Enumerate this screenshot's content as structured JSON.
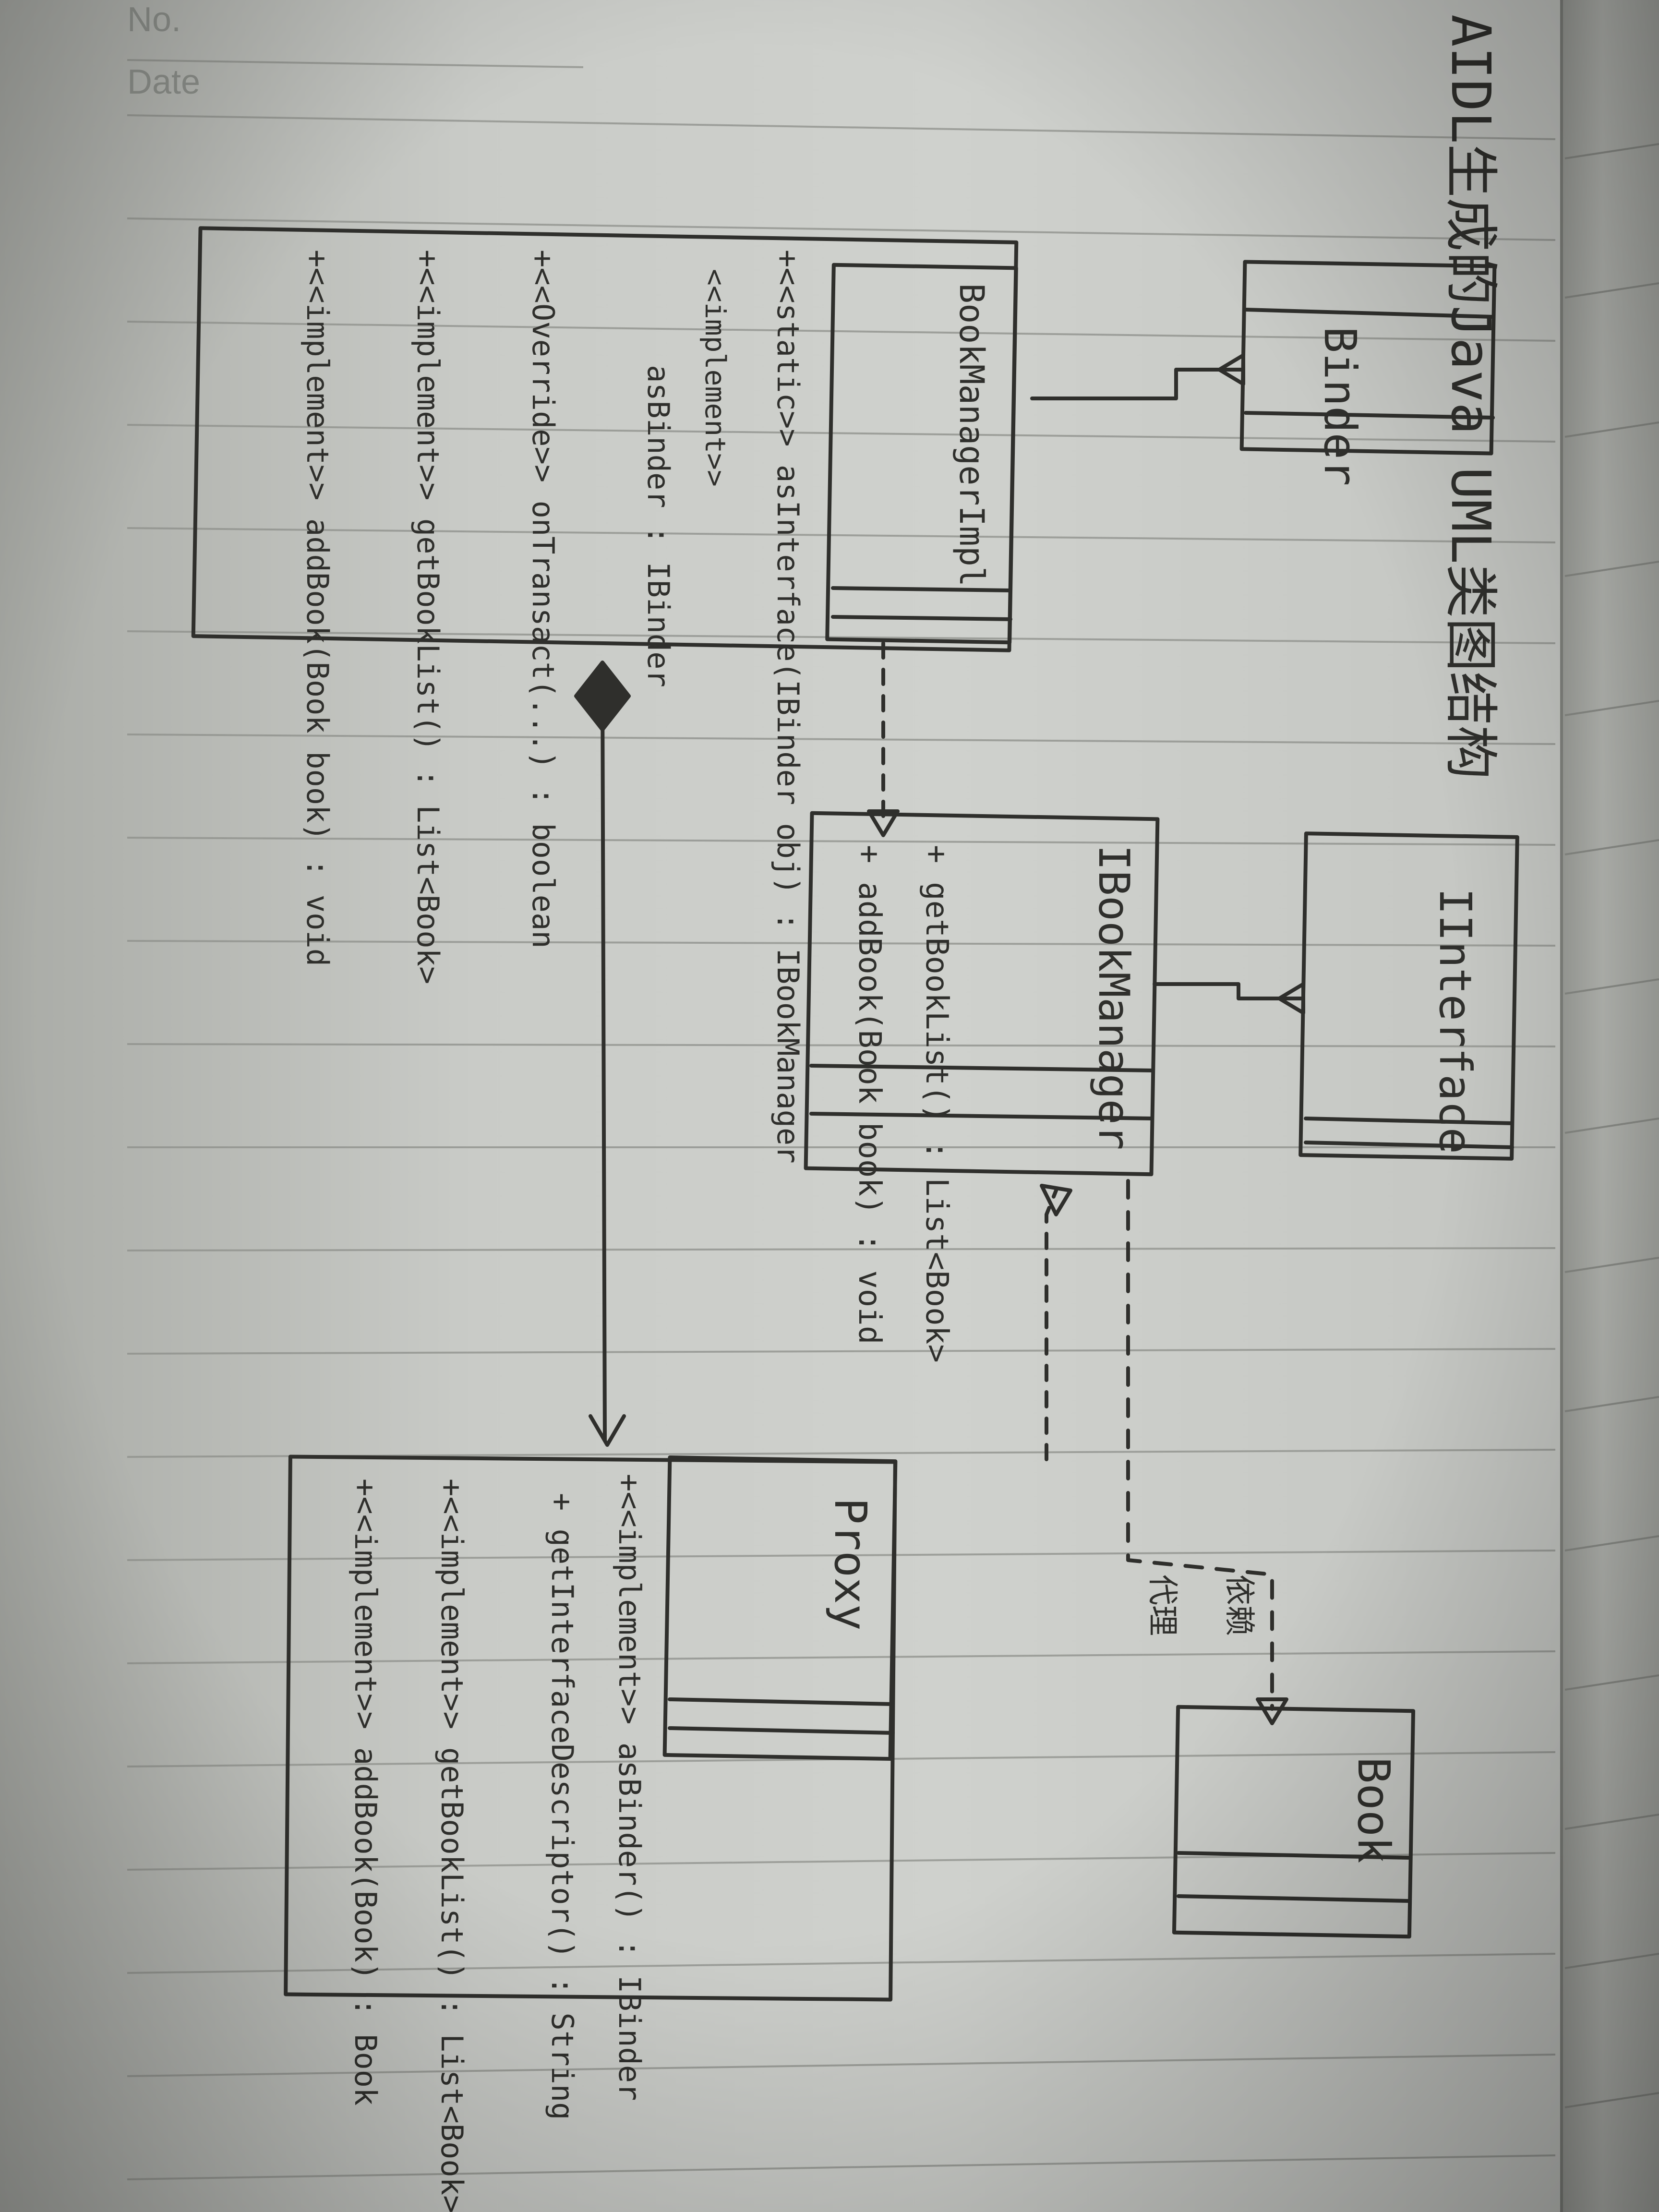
{
  "notebook": {
    "no_label": "No.",
    "date_label": "Date"
  },
  "title": "AIDL生成的Java UML类图结构",
  "classes": {
    "binder": {
      "name": "Binder"
    },
    "iinterface": {
      "name": "IInterface"
    },
    "ibookmanager": {
      "name": "IBookManager",
      "methods": [
        "+ getBookList() : List<Book>",
        "+ addBook(Book book) : void"
      ]
    },
    "stub": {
      "name": "BookManagerImpl",
      "members": [
        "+<<static>> asInterface(IBinder obj) : IBookManager",
        "+<<Override>> onTransact(...) : boolean",
        "+<<implement>> getBookList() : List<Book>",
        "+<<implement>> addBook(Book book) : void"
      ],
      "side_label": "<<implement>>",
      "side_name": "asBinder : IBinder"
    },
    "proxy": {
      "name": "Proxy",
      "members": [
        "+<<implement>> asBinder() : IBinder",
        "+ getInterfaceDescriptor() : String",
        "+<<implement>> getBookList() : List<Book>",
        "+<<implement>> addBook(Book) : Book"
      ]
    },
    "book": {
      "name": "Book"
    }
  },
  "relations": {
    "proxy_label": "代理",
    "depend_label": "依赖"
  }
}
